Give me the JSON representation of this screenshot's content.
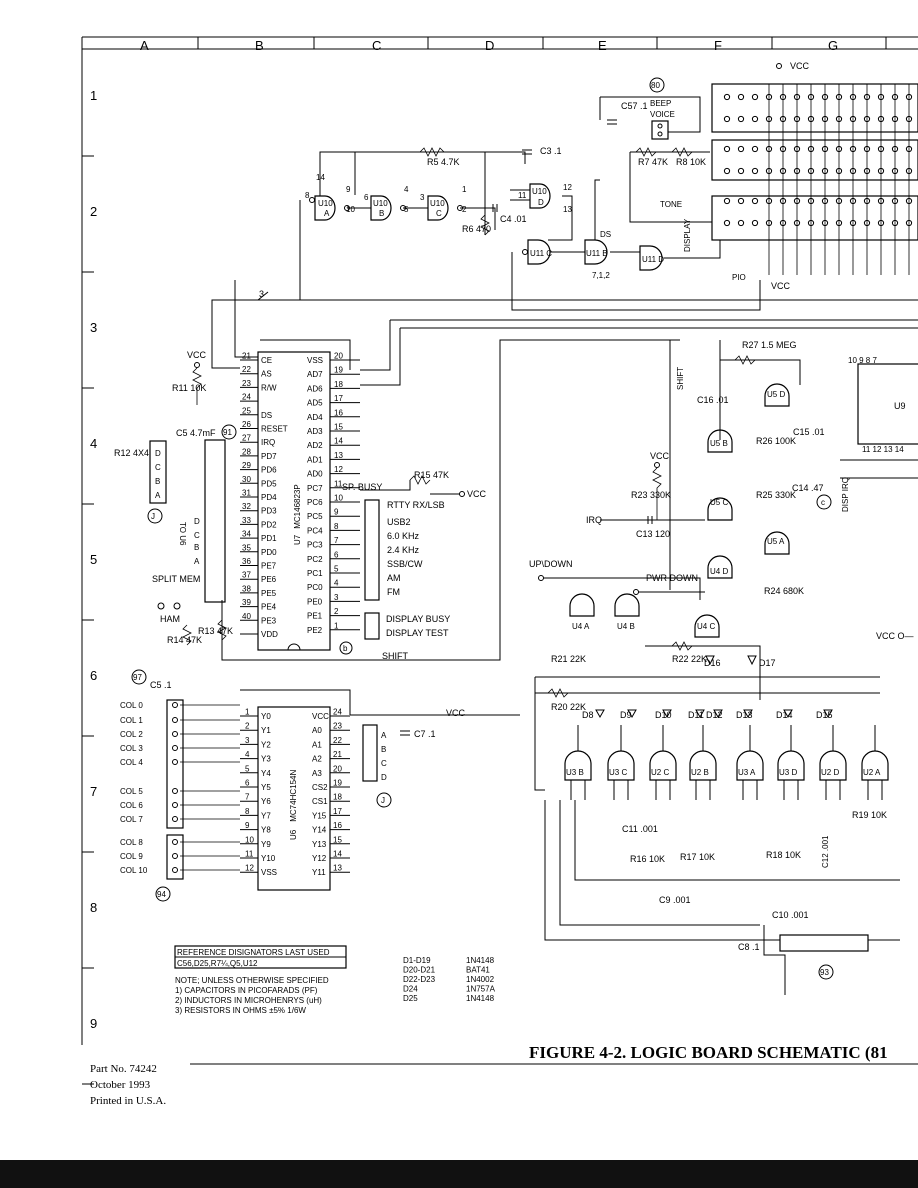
{
  "grid": {
    "columns": [
      "A",
      "B",
      "C",
      "D",
      "E",
      "F",
      "G"
    ],
    "rows": [
      "1",
      "2",
      "3",
      "4",
      "5",
      "6",
      "7",
      "8",
      "9"
    ]
  },
  "title": "FIGURE 4-2. LOGIC BOARD SCHEMATIC (81",
  "footer": {
    "part_no": "Part No. 74242",
    "date": "October 1993",
    "printed": "Printed in U.S.A."
  },
  "reference_box": {
    "header": "REFERENCE DISIGNATORS LAST USED",
    "value": "C56,D25,R7¼,Q5,U12"
  },
  "notes": [
    "NOTE; UNLESS OTHERWISE SPECIFIED",
    "1) CAPACITORS IN PICOFARADS (PF)",
    "2) INDUCTORS IN MICROHENRYS (uH)",
    "3) RESISTORS IN OHMS ±5% 1/6W"
  ],
  "diode_table": [
    {
      "ref": "D1-D19",
      "part": "1N4148"
    },
    {
      "ref": "D20-D21",
      "part": "BAT41"
    },
    {
      "ref": "D22-D23",
      "part": "1N4002"
    },
    {
      "ref": "D24",
      "part": "1N757A"
    },
    {
      "ref": "D25",
      "part": "1N4148"
    }
  ],
  "u7": {
    "name": "MC146823P",
    "ref": "U7",
    "left_pins": [
      {
        "num": "21",
        "name": "CE"
      },
      {
        "num": "22",
        "name": "AS"
      },
      {
        "num": "23",
        "name": "R/W"
      },
      {
        "num": "24",
        "name": ""
      },
      {
        "num": "25",
        "name": "DS"
      },
      {
        "num": "26",
        "name": "RESET"
      },
      {
        "num": "27",
        "name": "IRQ"
      },
      {
        "num": "28",
        "name": "PD7"
      },
      {
        "num": "29",
        "name": "PD6"
      },
      {
        "num": "30",
        "name": "PD5"
      },
      {
        "num": "31",
        "name": "PD4"
      },
      {
        "num": "32",
        "name": "PD3"
      },
      {
        "num": "33",
        "name": "PD2"
      },
      {
        "num": "34",
        "name": "PD1"
      },
      {
        "num": "35",
        "name": "PD0"
      },
      {
        "num": "36",
        "name": "PE7"
      },
      {
        "num": "37",
        "name": "PE6"
      },
      {
        "num": "38",
        "name": "PE5"
      },
      {
        "num": "39",
        "name": "PE4"
      },
      {
        "num": "40",
        "name": "PE3"
      },
      {
        "num": "",
        "name": "VDD"
      }
    ],
    "right_pins": [
      {
        "num": "20",
        "name": "VSS"
      },
      {
        "num": "19",
        "name": "AD7"
      },
      {
        "num": "18",
        "name": "AD6"
      },
      {
        "num": "17",
        "name": "AD5"
      },
      {
        "num": "16",
        "name": "AD4"
      },
      {
        "num": "15",
        "name": "AD3"
      },
      {
        "num": "14",
        "name": "AD2"
      },
      {
        "num": "13",
        "name": "AD1"
      },
      {
        "num": "12",
        "name": "AD0"
      },
      {
        "num": "11",
        "name": "PC7"
      },
      {
        "num": "10",
        "name": "PC6"
      },
      {
        "num": "9",
        "name": "PC5"
      },
      {
        "num": "8",
        "name": "PC4"
      },
      {
        "num": "7",
        "name": "PC3"
      },
      {
        "num": "6",
        "name": "PC2"
      },
      {
        "num": "5",
        "name": "PC1"
      },
      {
        "num": "4",
        "name": "PC0"
      },
      {
        "num": "3",
        "name": "PE0"
      },
      {
        "num": "2",
        "name": "PE1"
      },
      {
        "num": "1",
        "name": "PE2"
      }
    ],
    "port_labels": [
      "SP. BUSY",
      "RTTY RX/LSB",
      "USB2",
      "6.0 KHz",
      "2.4 KHz",
      "SSB/CW",
      "AM",
      "FM",
      "DISPLAY BUSY",
      "DISPLAY TEST",
      "SHIFT"
    ]
  },
  "u6": {
    "name": "MC74HC154N",
    "ref": "U6",
    "left_pins": [
      {
        "num": "1",
        "name": "Y0"
      },
      {
        "num": "2",
        "name": "Y1"
      },
      {
        "num": "3",
        "name": "Y2"
      },
      {
        "num": "4",
        "name": "Y3"
      },
      {
        "num": "5",
        "name": "Y4"
      },
      {
        "num": "6",
        "name": "Y5"
      },
      {
        "num": "7",
        "name": "Y6"
      },
      {
        "num": "8",
        "name": "Y7"
      },
      {
        "num": "9",
        "name": "Y8"
      },
      {
        "num": "10",
        "name": "Y9"
      },
      {
        "num": "11",
        "name": "Y10"
      },
      {
        "num": "12",
        "name": "VSS"
      }
    ],
    "right_pins": [
      {
        "num": "24",
        "name": "VCC"
      },
      {
        "num": "23",
        "name": "A0"
      },
      {
        "num": "22",
        "name": "A1"
      },
      {
        "num": "21",
        "name": "A2"
      },
      {
        "num": "20",
        "name": "A3"
      },
      {
        "num": "19",
        "name": "CS2"
      },
      {
        "num": "18",
        "name": "CS1"
      },
      {
        "num": "17",
        "name": "Y15"
      },
      {
        "num": "16",
        "name": "Y14"
      },
      {
        "num": "15",
        "name": "Y13"
      },
      {
        "num": "14",
        "name": "Y12"
      },
      {
        "num": "13",
        "name": "Y11"
      }
    ],
    "col_labels": [
      "COL 0",
      "COL 1",
      "COL 2",
      "COL 3",
      "COL 4",
      "COL 5",
      "COL 6",
      "COL 7",
      "COL 8",
      "COL 9",
      "COL 10"
    ]
  },
  "labels": {
    "vcc": "VCC",
    "gnd_note": "",
    "beep": "BEEP",
    "voice": "VOICE",
    "tone": "TONE",
    "pio": "PIO",
    "display": "DISPLAY",
    "ds": "DS",
    "shift": "SHIFT",
    "up_down": "UP\\DOWN",
    "pwr_down": "PWR DOWN",
    "irq": "IRQ",
    "split_mem": "SPLIT MEM",
    "ham": "HAM",
    "u9": "U9",
    "vcc_o": "VCC O—",
    "disp_irq": "DISP IRQ"
  },
  "components": {
    "R5": "R5 4.7K",
    "R6": "R6 470",
    "R7": "R7 47K",
    "R8": "R8 10K",
    "R11": "R11 10K",
    "R12": "R12 4X47K",
    "R13": "R13 47K",
    "R14": "R14 47K",
    "R15": "R15 47K",
    "R16": "R16 10K",
    "R17": "R17 10K",
    "R18": "R18 10K",
    "R19": "R19 10K",
    "R20": "R20 22K",
    "R21": "R21 22K",
    "R22": "R22 22K",
    "R23": "R23 330K",
    "R24": "R24 680K",
    "R25": "R25 330K",
    "R26": "R26 100K",
    "R27": "R27 1.5 MEG",
    "C3": "C3 .1",
    "C4": "C4 .01",
    "C5a": "C5 4.7mF",
    "C5b": "C5 .1",
    "C7": "C7 .1",
    "C8": "C8 .1",
    "C9": "C9 .001",
    "C10": "C10 .001",
    "C11": "C11 .001",
    "C12": "C12 .001",
    "C13": "C13 120",
    "C14": "C14 .47",
    "C15": "C15 .01",
    "C16": "C16 .01",
    "C57": "C57 .1"
  },
  "connectors": [
    "80",
    "91",
    "97",
    "94",
    "93"
  ],
  "diodes_row": [
    "D8",
    "D9",
    "D10",
    "D11",
    "D12",
    "D13",
    "D14",
    "D15",
    "D16",
    "D17"
  ]
}
